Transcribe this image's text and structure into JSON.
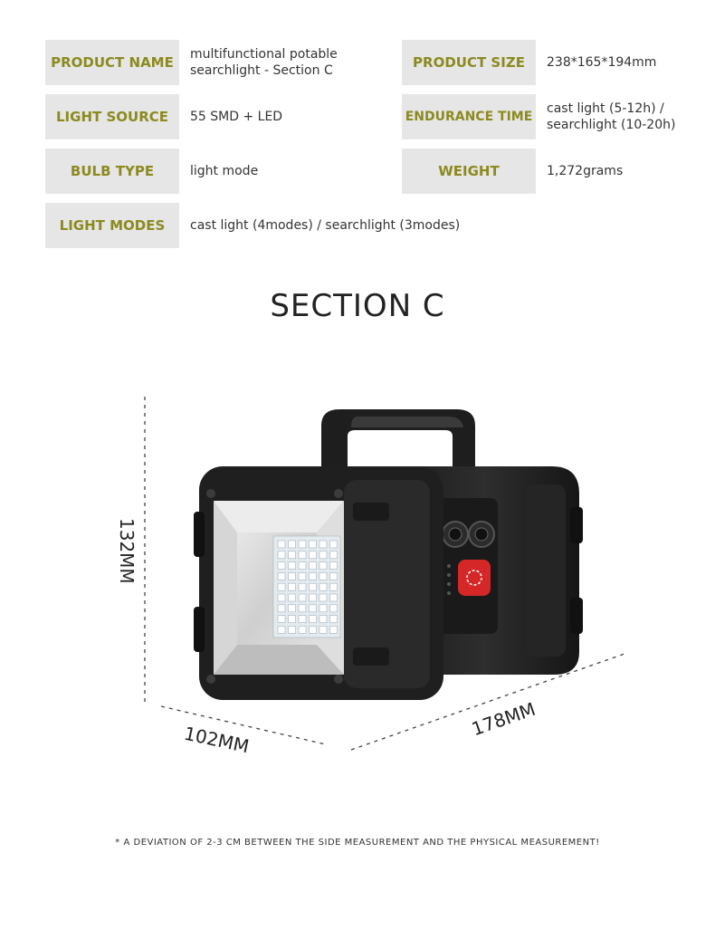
{
  "specs": {
    "product_name_label": "PRODUCT NAME",
    "product_name_value": "multifunctional potable searchlight - Section C",
    "product_size_label": "PRODUCT SIZE",
    "product_size_value": "238*165*194mm",
    "light_source_label": "LIGHT SOURCE",
    "light_source_value": "55 SMD + LED",
    "endurance_label": "ENDURANCE TIME",
    "endurance_value": "cast light (5-12h) / searchlight (10-20h)",
    "bulb_type_label": "BULB TYPE",
    "bulb_type_value": "light mode",
    "weight_label": "WEIGHT",
    "weight_value": "1,272grams",
    "light_modes_label": "LIGHT MODES",
    "light_modes_value": "cast light (4modes) / searchlight (3modes)"
  },
  "section_title": "SECTION C",
  "dimensions": {
    "height": "132MM",
    "depth": "102MM",
    "width": "178MM"
  },
  "footnote": "* A DEVIATION OF 2-3 CM BETWEEN THE SIDE MEASUREMENT AND THE PHYSICAL MEASUREMENT!",
  "colors": {
    "label_text": "#8c8a1f",
    "label_bg": "#e6e6e6"
  }
}
